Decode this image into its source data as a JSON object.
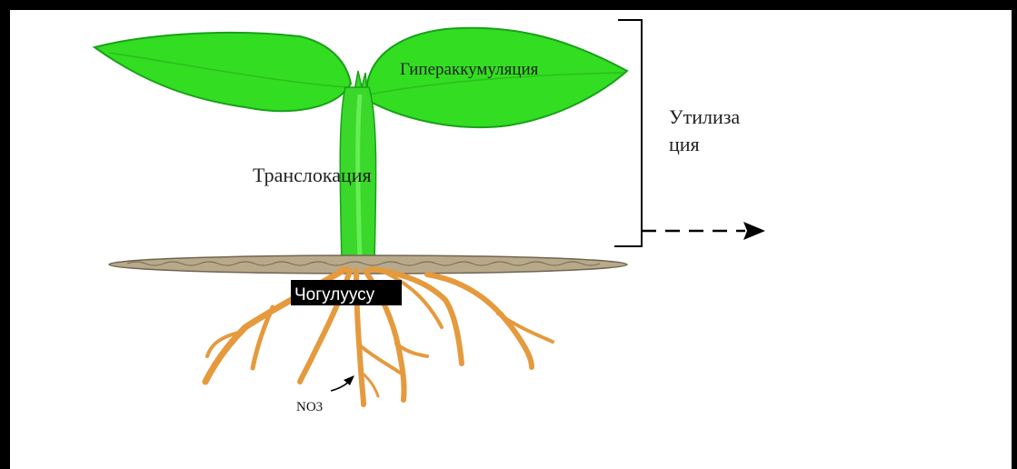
{
  "labels": {
    "hyperaccumulation": "Гипераккумуляция",
    "translocation": "Транслокация",
    "utilization_line1": "Утилиза",
    "utilization_line2": "ция",
    "absorption": "Чогулуусу",
    "nitrate": "NO3"
  },
  "colors": {
    "leaf": "#33dd22",
    "leaf_edge": "#1aa01a",
    "stem": "#39d82a",
    "soil": "#b8a98a",
    "soil_edge": "#6f6552",
    "root": "#e59a3d",
    "root_edge": "#b96f1d",
    "frame": "#000000",
    "label_box": "#000000",
    "label_box_text": "#ffffff"
  }
}
